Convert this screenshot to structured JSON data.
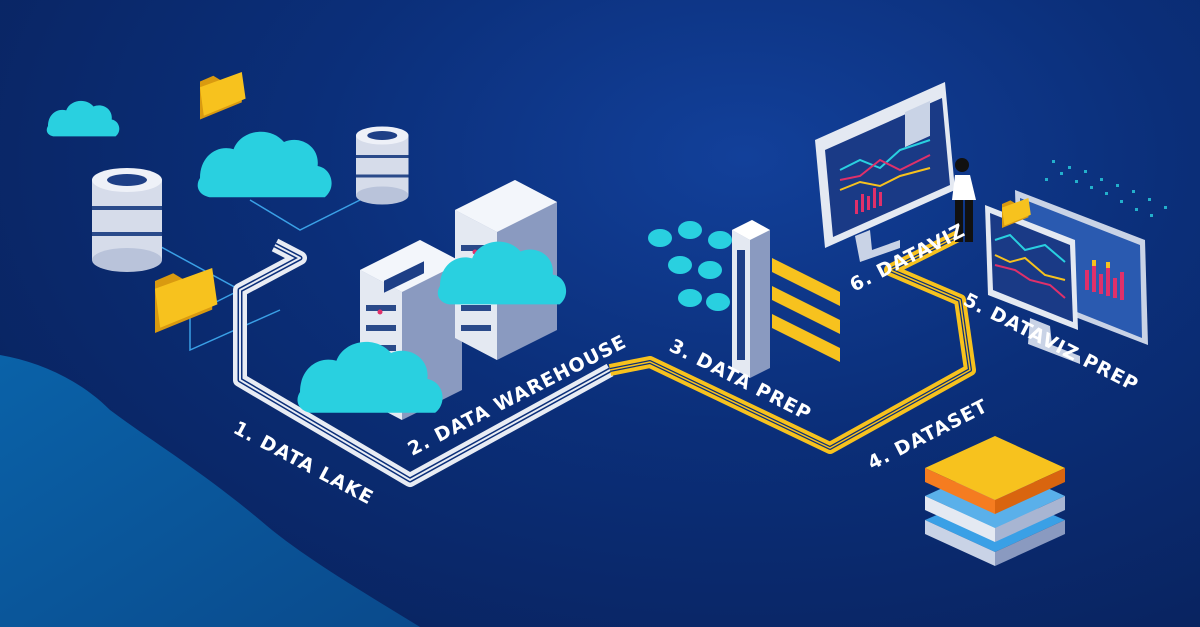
{
  "stages": [
    {
      "id": "data-lake",
      "label": "1. DATA LAKE"
    },
    {
      "id": "data-warehouse",
      "label": "2. DATA WAREHOUSE"
    },
    {
      "id": "data-prep",
      "label": "3. DATA PREP"
    },
    {
      "id": "dataset",
      "label": "4. DATASET"
    },
    {
      "id": "dataviz-prep",
      "label": "5. DATAVIZ PREP"
    },
    {
      "id": "dataviz",
      "label": "6. DATAVIZ"
    }
  ],
  "colors": {
    "background": "#0b2f7a",
    "path_white": "#e8ecf4",
    "path_yellow": "#f7c21e",
    "cloud": "#29d0e0",
    "folder": "#f7c21e",
    "server": "#e4e9f2",
    "accent_pink": "#e0306a",
    "layer_orange": "#f57c20"
  },
  "icons": [
    "cloud-icon",
    "folder-icon",
    "database-icon",
    "server-rack-icon",
    "monitor-icon",
    "person-icon",
    "layer-stack-icon"
  ]
}
